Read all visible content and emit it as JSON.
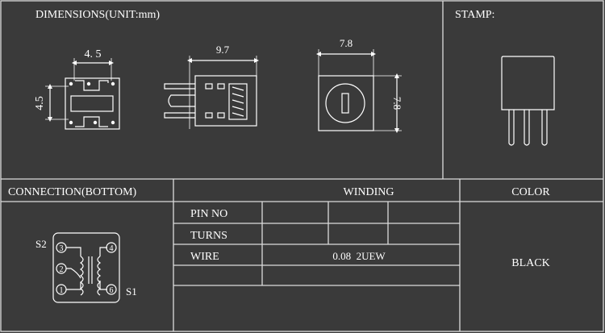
{
  "sections": {
    "dimensions_title": "DIMENSIONS(UNIT:mm)",
    "stamp_title": "STAMP:",
    "connection_title": "CONNECTION(BOTTOM)",
    "winding_title": "WINDING",
    "color_title": "COLOR"
  },
  "dimensions": {
    "bottom_width": "4. 5",
    "bottom_height": "4.5",
    "side_length": "9.7",
    "top_width": "7.8",
    "top_height": "7.8"
  },
  "connection": {
    "pins": [
      "3",
      "4",
      "2",
      "1",
      "6"
    ],
    "s2_label": "S2",
    "s1_label": "S1"
  },
  "winding_table": {
    "row_labels": [
      "PIN NO",
      "TURNS",
      "WIRE"
    ],
    "wire_value": "0.08  2UEW"
  },
  "color_value": "BLACK"
}
